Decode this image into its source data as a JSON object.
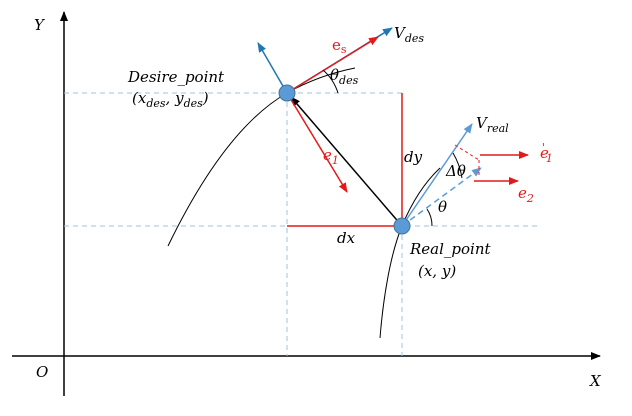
{
  "axes": {
    "x_label": "X",
    "y_label": "Y",
    "origin_label": "O"
  },
  "desire_point": {
    "name": "Desire_point",
    "coords_x": "x",
    "coords_x_sub": "des",
    "coords_sep": ", ",
    "coords_y": "y",
    "coords_y_sub": "des"
  },
  "real_point": {
    "name": "Real_point",
    "coords": "(x, y)"
  },
  "vectors": {
    "v_des": "V",
    "v_des_sub": "des",
    "v_real": "V",
    "v_real_sub": "real",
    "e_s": "e",
    "e_s_sub": "s",
    "e_1": "e",
    "e_1_sub": "1",
    "e_1_prime": "e",
    "e_1_prime_sub": "1",
    "e_1_prime_mark": "'",
    "e_2": "e",
    "e_2_sub": "2"
  },
  "angles": {
    "theta_des": "θ",
    "theta_des_sub": "des",
    "theta": "θ",
    "delta_theta": "Δθ"
  },
  "distances": {
    "dx": "dx",
    "dy": "dy"
  },
  "colors": {
    "axis": "#000000",
    "dashed": "#9dc3e6",
    "point": "#5b9bd5",
    "point_stroke": "#41719c",
    "red": "#e41a1a",
    "blue": "#1f77b4",
    "light_blue": "#5b9bd5"
  }
}
